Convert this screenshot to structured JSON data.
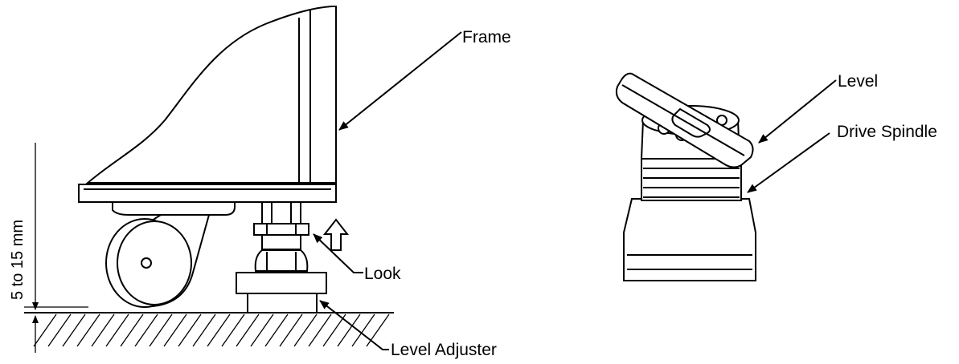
{
  "left_figure": {
    "labels": {
      "frame": "Frame",
      "look": "Look",
      "level_adjuster": "Level Adjuster",
      "height_range": "5 to 15 mm"
    }
  },
  "right_figure": {
    "labels": {
      "level": "Level",
      "drive_spindle": "Drive Spindle"
    }
  }
}
